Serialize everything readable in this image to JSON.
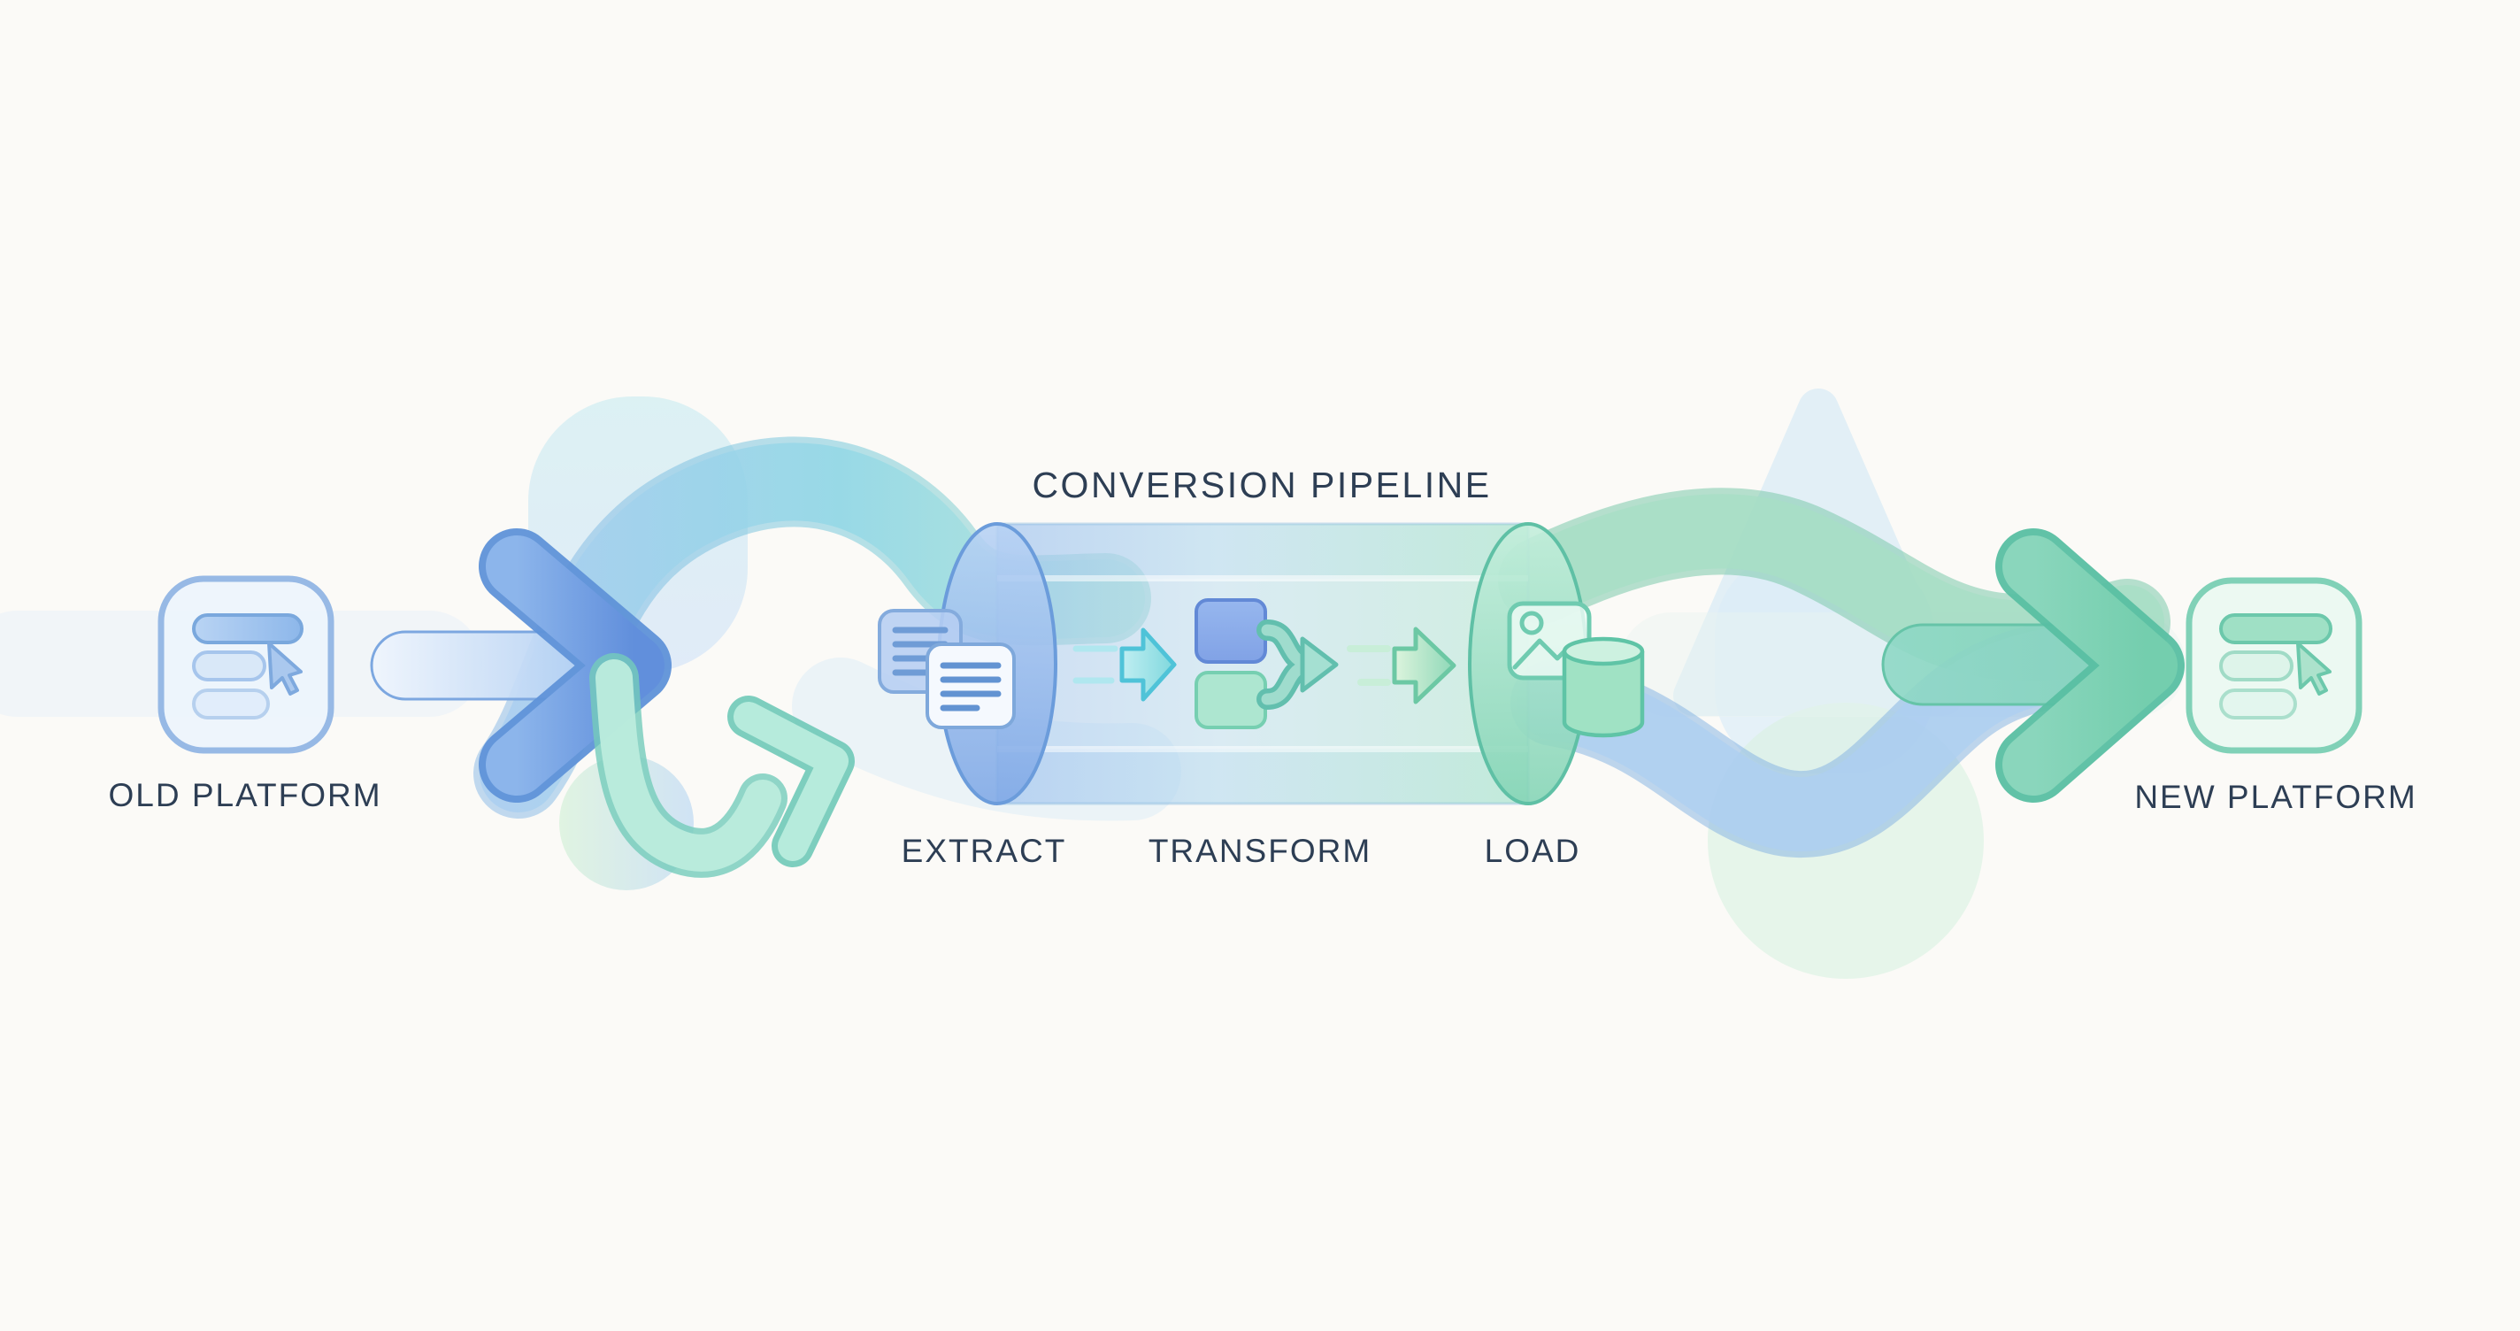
{
  "title": "CONVERSION PIPELINE",
  "source": {
    "label": "OLD PLATFORM",
    "icon": "app-window-with-cursor-icon"
  },
  "target": {
    "label": "NEW PLATFORM",
    "icon": "app-window-with-cursor-icon"
  },
  "stages": [
    {
      "label": "EXTRACT",
      "icon": "documents-icon"
    },
    {
      "label": "TRANSFORM",
      "icon": "blocks-branch-arrow-icon"
    },
    {
      "label": "LOAD",
      "icon": "image-and-database-icon"
    }
  ],
  "palette": {
    "background": "#fbfaf7",
    "text": "#2d3e54",
    "blue_border": "#5f92d8",
    "blue_fill": "#9cc2ee",
    "cyan_accent": "#4fc3d8",
    "teal_border": "#5fc0a6",
    "green_fill": "#9adfc4"
  }
}
